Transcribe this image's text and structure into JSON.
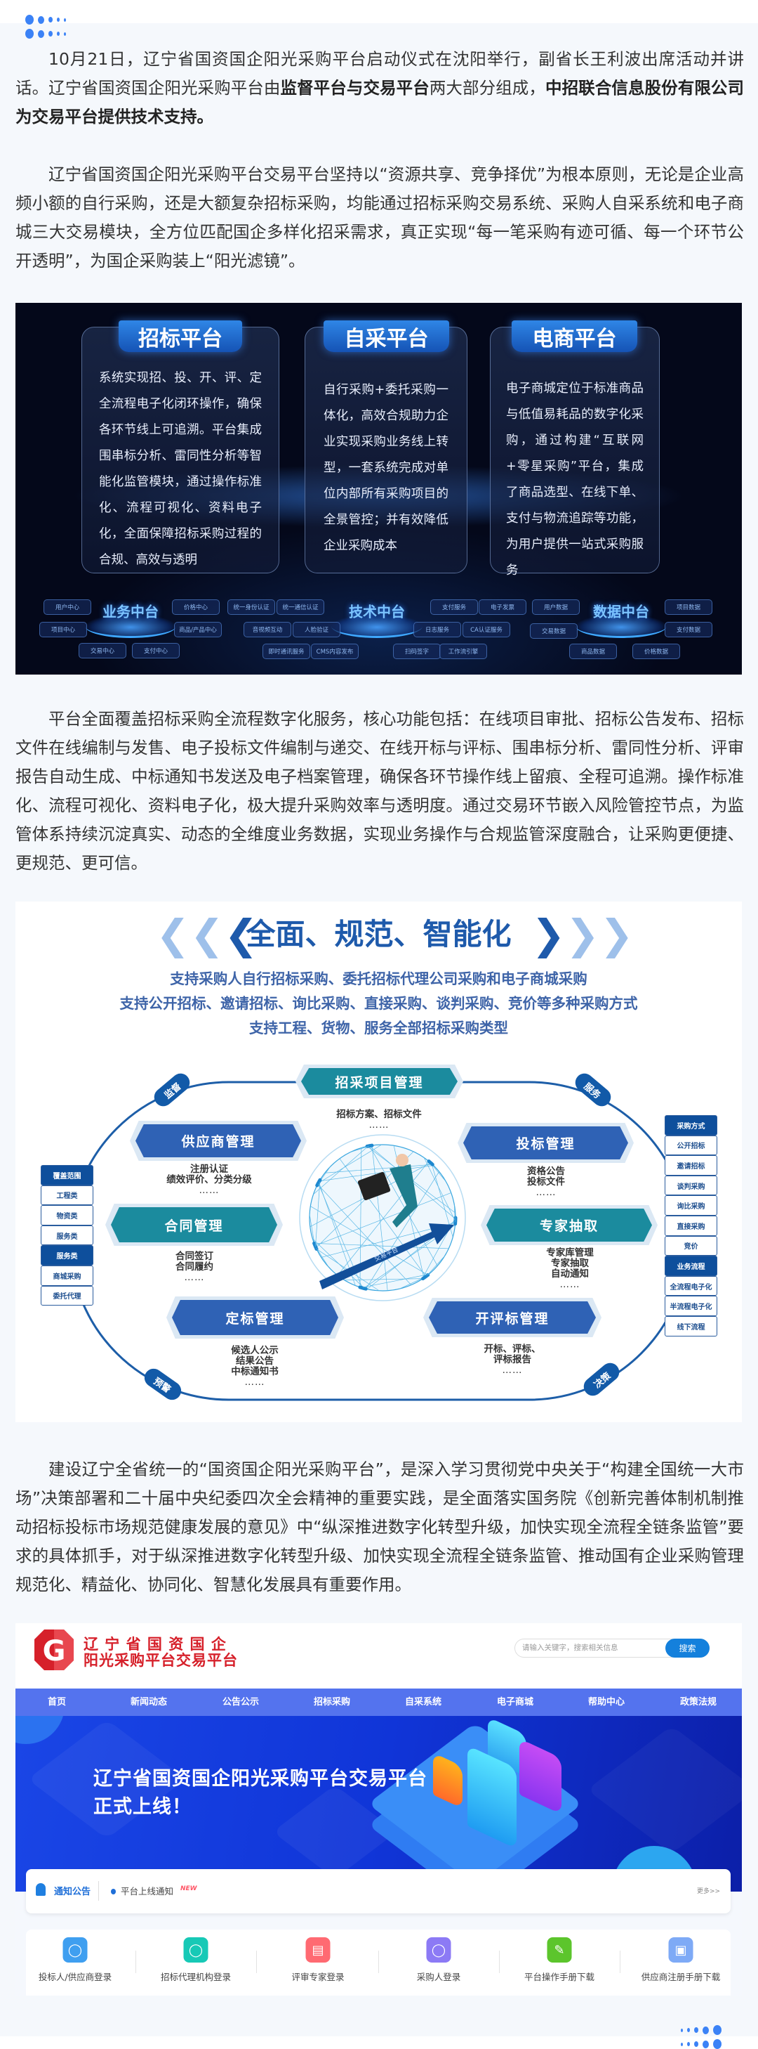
{
  "article": {
    "paragraphs": [
      [
        {
          "t": "10月21日，辽宁省国资国企阳光采购平台启动仪式在沈阳举行，副省长王利波出席活动并讲话。辽宁省国资国企阳光采购平台由"
        },
        {
          "t": "监督平台与交易平台",
          "b": true
        },
        {
          "t": "两大部分组成，"
        },
        {
          "t": "中招联合信息股份有限公司为交易平台提供技术支持。",
          "b": true
        }
      ],
      [
        {
          "t": "辽宁省国资国企阳光采购平台交易平台坚持以“资源共享、竞争择优”为根本原则，无论是企业高频小额的自行采购，还是大额复杂招标采购，均能通过招标采购交易系统、采购人自采系统和电子商城三大交易模块，全方位匹配国企多样化招采需求，真正实现“每一笔采购有迹可循、每一个环节公开透明”，为国企采购装上“阳光滤镜”。"
        }
      ],
      [
        {
          "t": "平台全面覆盖招标采购全流程数字化服务，核心功能包括：在线项目审批、招标公告发布、招标文件在线编制与发售、电子投标文件编制与递交、在线开标与评标、围串标分析、雷同性分析、评审报告自动生成、中标通知书发送及电子档案管理，确保各环节操作线上留痕、全程可追溯。操作标准化、流程可视化、资料电子化，极大提升采购效率与透明度。通过交易环节嵌入风险管控节点，为监管体系持续沉淀真实、动态的全维度业务数据，实现业务操作与合规监管深度融合，让采购更便捷、更规范、更可信。"
        }
      ],
      [
        {
          "t": "建设辽宁全省统一的“国资国企阳光采购平台”，是深入学习贯彻党中央关于“构建全国统一大市场”决策部署和二十届中央纪委四次全会精神的重要实践，是全面落实国务院《创新完善体制机制推动招标投标市场规范健康发展的意见》中“纵深推进数字化转型升级，加快实现全流程全链条监管”要求的具体抓手，对于纵深推进数字化转型升级、加快实现全流程全链条监管、推动国有企业采购管理规范化、精益化、协同化、智慧化发展具有重要作用。"
        }
      ]
    ]
  },
  "figure1": {
    "cards": [
      {
        "title": "招标平台",
        "body": "系统实现招、投、开、评、定全流程电子化闭环操作，确保各环节线上可追溯。平台集成围串标分析、雷同性分析等智能化监管模块，通过操作标准化、流程可视化、资料电子化，全面保障招标采购过程的合规、高效与透明"
      },
      {
        "title": "自采平台",
        "body": "自行采购+委托采购一体化，高效合规助力企业实现采购业务线上转型，一套系统完成对单位内部所有采购项目的全景管控；并有效降低企业采购成本"
      },
      {
        "title": "电商平台",
        "body": "电子商城定位于标准商品与低值易耗品的数字化采购，通过构建“互联网+零星采购”平台，集成了商品选型、在线下单、支付与物流追踪等功能，为用户提供一站式采购服务"
      }
    ],
    "hubs": [
      {
        "name": "业务中台",
        "nodes": [
          "用户中心",
          "价格中心",
          "项目中心",
          "商品/产品中心",
          "交易中心",
          "支付中心"
        ]
      },
      {
        "name": "技术中台",
        "nodes": [
          "统一身份认证",
          "统一通信认证",
          "支付服务",
          "电子发票",
          "音视频互动",
          "人脸验证",
          "日志服务",
          "CA认证服务",
          "即时通讯服务",
          "CMS内容发布",
          "扫码签字",
          "工作流引擎"
        ]
      },
      {
        "name": "数据中台",
        "nodes": [
          "用户数据",
          "项目数据",
          "交易数据",
          "支付数据",
          "商品数据",
          "价格数据"
        ]
      }
    ]
  },
  "figure2": {
    "title": "全面、规范、智能化",
    "subtitles": [
      "支持采购人自行招标采购、委托招标代理公司采购和电子商城采购",
      "支持公开招标、邀请招标、询比采购、直接采购、谈判采购、竞价等多种采购方式",
      "支持工程、货物、服务全部招标采购类型"
    ],
    "modules": [
      {
        "title": "招采项目管理",
        "items": [
          "招标方案、招标文件"
        ]
      },
      {
        "title": "供应商管理",
        "items": [
          "注册认证",
          "绩效评价、分类分级"
        ]
      },
      {
        "title": "合同管理",
        "items": [
          "合同签订",
          "合同履约"
        ]
      },
      {
        "title": "定标管理",
        "items": [
          "候选人公示",
          "结果公告",
          "中标通知书"
        ]
      },
      {
        "title": "投标管理",
        "items": [
          "资格公告",
          "投标文件"
        ]
      },
      {
        "title": "专家抽取",
        "items": [
          "专家库管理",
          "专家抽取",
          "自动通知"
        ]
      },
      {
        "title": "开评标管理",
        "items": [
          "开标、评标、",
          "评标报告"
        ]
      }
    ],
    "ellipsis": "……",
    "left_column": [
      {
        "t": "覆盖范围",
        "h": true
      },
      {
        "t": "工程类"
      },
      {
        "t": "物资类"
      },
      {
        "t": "服务类"
      },
      {
        "t": "服务类",
        "h": true
      },
      {
        "t": "商城采购"
      },
      {
        "t": "委托代理"
      }
    ],
    "right_column": [
      {
        "t": "采购方式",
        "h": true
      },
      {
        "t": "公开招标"
      },
      {
        "t": "邀请招标"
      },
      {
        "t": "谈判采购"
      },
      {
        "t": "询比采购"
      },
      {
        "t": "直接采购"
      },
      {
        "t": "竞价"
      },
      {
        "t": "业务流程",
        "h": true
      },
      {
        "t": "全流程电子化"
      },
      {
        "t": "半流程电子化"
      },
      {
        "t": "线下流程"
      }
    ],
    "tags": [
      "监督",
      "服务",
      "预警",
      "决策"
    ],
    "arrow_label": "交易平台"
  },
  "website": {
    "logo_letter": "G",
    "logo_line1": "辽 宁 省 国 资 国 企",
    "logo_line2": "阳光采购平台交易平台",
    "search_placeholder": "请输入关键字，搜索相关信息",
    "search_button": "搜索",
    "nav": [
      "首页",
      "新闻动态",
      "公告公示",
      "招标采购",
      "自采系统",
      "电子商城",
      "帮助中心",
      "政策法规"
    ],
    "banner_line1": "辽宁省国资国企阳光采购平台交易平台",
    "banner_line2": "正式上线！",
    "notice_label": "通知公告",
    "notice_item": "平台上线通知",
    "notice_badge": "NEW",
    "notice_more": "更多>>",
    "entries": [
      {
        "label": "投标人/供应商登录",
        "color": "#3f9ff0",
        "icon": "user-icon"
      },
      {
        "label": "招标代理机构登录",
        "color": "#17c9b6",
        "icon": "agent-icon"
      },
      {
        "label": "评审专家登录",
        "color": "#ff6a72",
        "icon": "expert-icon"
      },
      {
        "label": "采购人登录",
        "color": "#8c7af5",
        "icon": "users-icon"
      },
      {
        "label": "平台操作手册下载",
        "color": "#5cc52c",
        "icon": "manual-icon"
      },
      {
        "label": "供应商注册手册下载",
        "color": "#7eaaf6",
        "icon": "book-icon"
      }
    ]
  },
  "colors": {
    "accent": "#3b82f6",
    "nav": "#5473ee",
    "brand_red": "#d6202a",
    "hex_blue": "#2f62b5",
    "hex_teal": "#1b8b9e"
  }
}
